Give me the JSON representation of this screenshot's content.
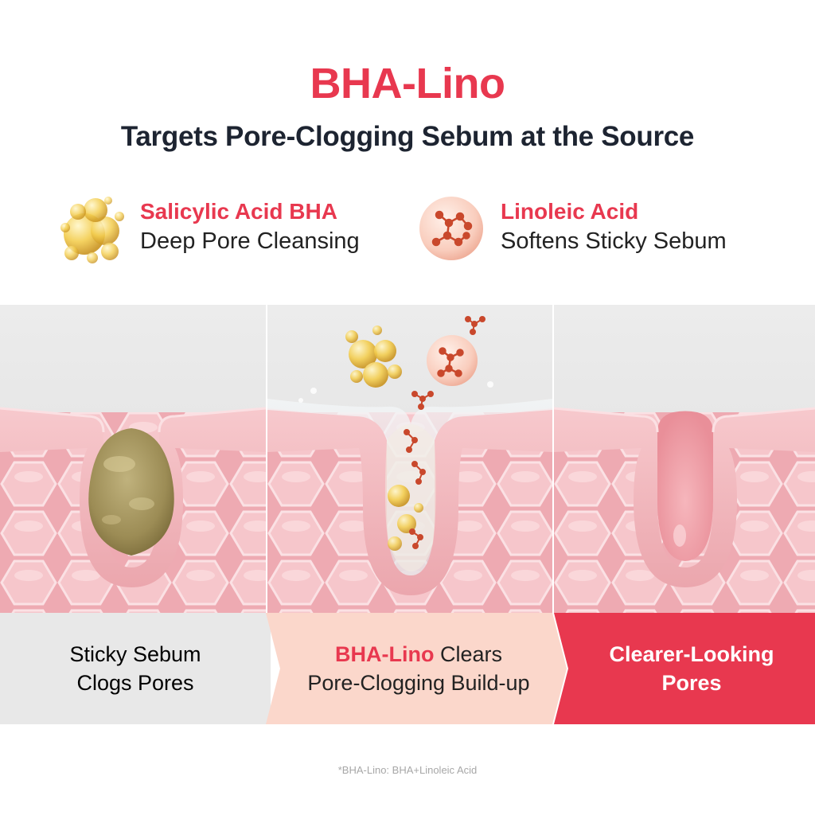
{
  "colors": {
    "accent": "#e8384f",
    "heading_dark": "#1d2431",
    "skin_pink": "#f2b7bd",
    "caption_gray": "#e8e8e8",
    "caption_peach": "#fbd7cb",
    "caption_red": "#e8384f"
  },
  "header": {
    "title": "BHA-Lino",
    "subtitle": "Targets Pore-Clogging Sebum at the Source"
  },
  "ingredients": [
    {
      "icon": "golden-bubbles-icon",
      "name": "Salicylic Acid BHA",
      "description": "Deep Pore Cleansing"
    },
    {
      "icon": "molecule-sphere-icon",
      "name": "Linoleic Acid",
      "description": "Softens Sticky Sebum"
    }
  ],
  "steps": [
    {
      "illustration": "clogged-pore-illustration",
      "line1": "Sticky Sebum",
      "line2": "Clogs Pores"
    },
    {
      "illustration": "clearing-pore-illustration",
      "highlight": "BHA-Lino",
      "line1_rest": " Clears",
      "line2": "Pore-Clogging Build-up"
    },
    {
      "illustration": "clear-pore-illustration",
      "line1": "Clearer-Looking",
      "line2": "Pores"
    }
  ],
  "footnote": "*BHA-Lino: BHA+Linoleic Acid"
}
